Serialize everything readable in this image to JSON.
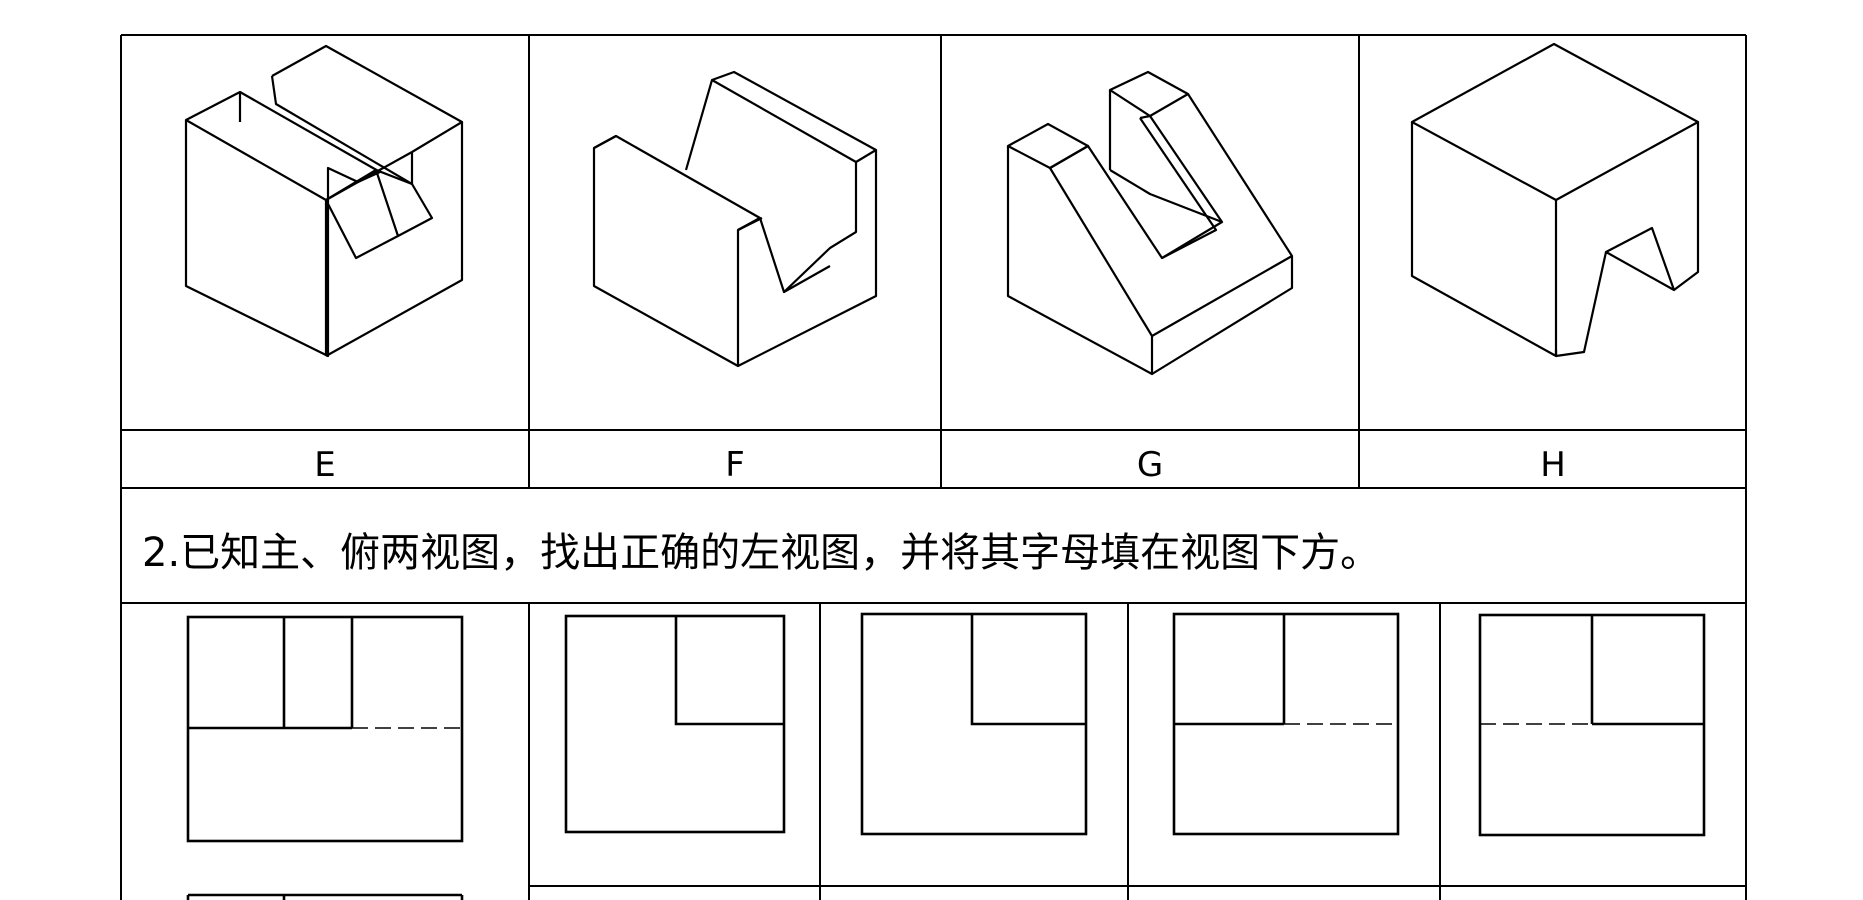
{
  "top_row": {
    "drawings": [
      {
        "name": "v-groove-block-e",
        "label": "E",
        "stub_glyph": "E"
      },
      {
        "name": "v-groove-block-f",
        "label": "F",
        "stub_glyph": "F"
      },
      {
        "name": "u-slot-step-block-g",
        "label": "G",
        "stub_glyph": "G"
      },
      {
        "name": "side-notch-cube-h",
        "label": "H",
        "stub_glyph": "H"
      }
    ]
  },
  "question": {
    "text": "2.已知主、俯两视图，找出正确的左视图，并将其字母填在视图下方。"
  },
  "colors": {
    "line": "#000000",
    "background": "#ffffff"
  }
}
